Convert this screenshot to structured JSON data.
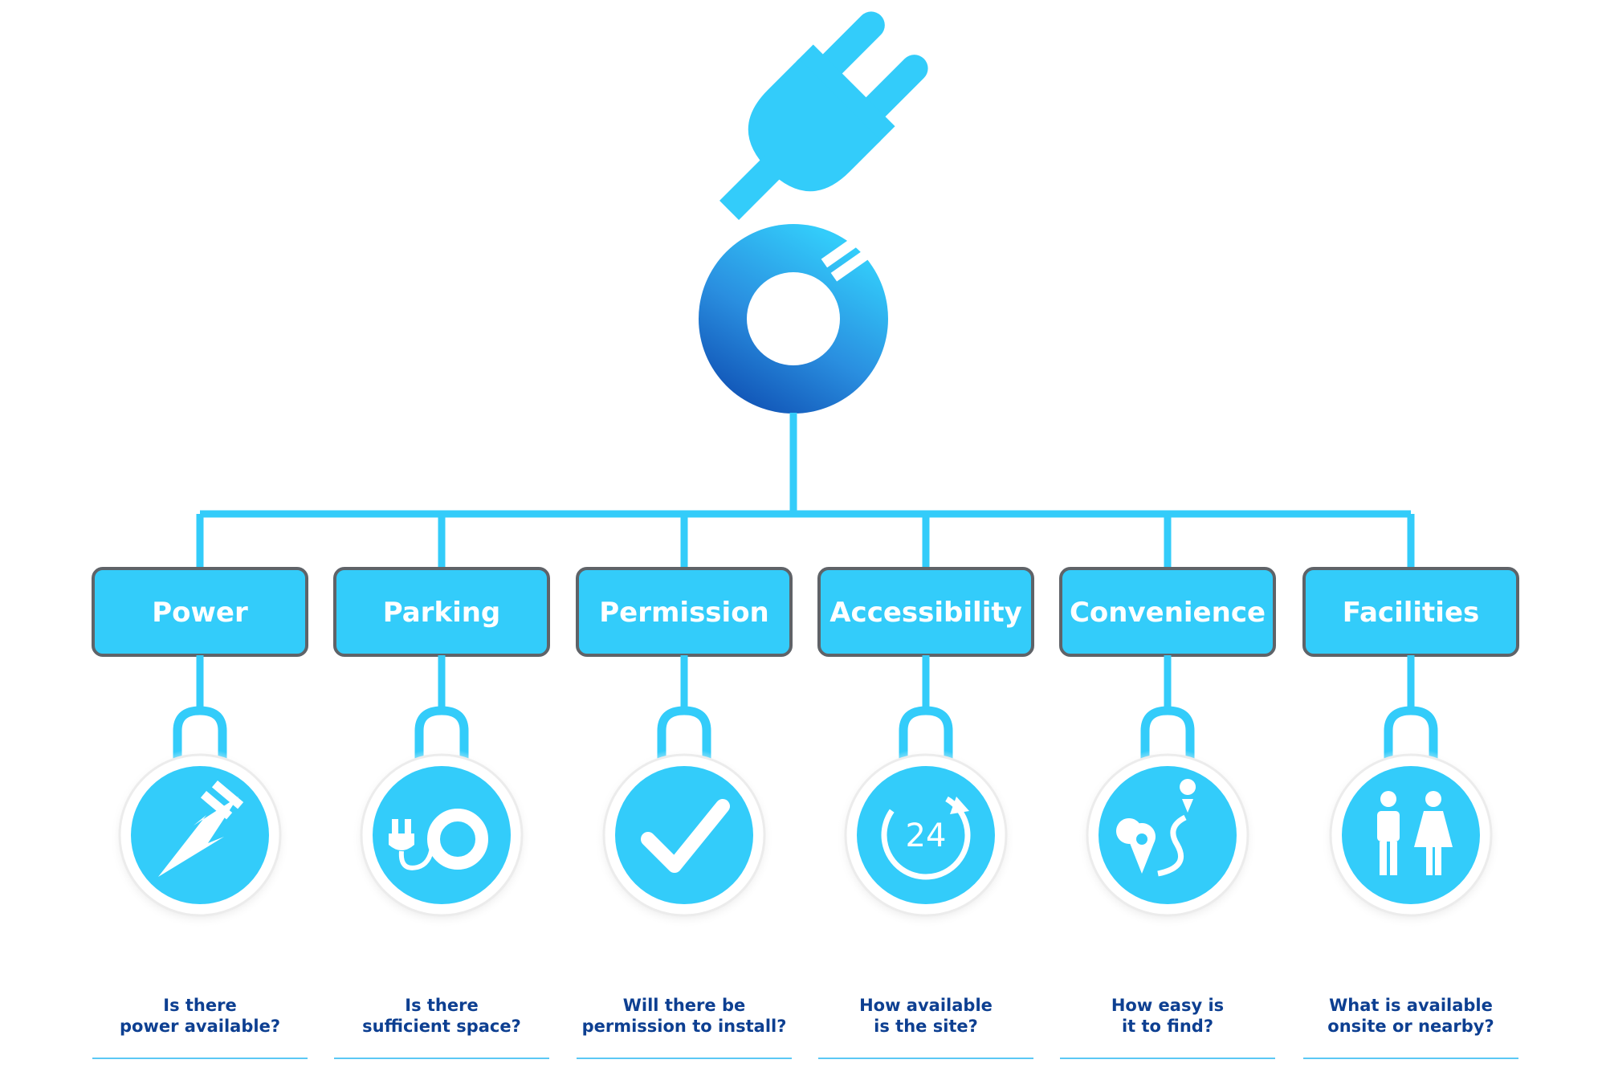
{
  "colors": {
    "accent": "#33ccfa",
    "accent_dark": "#1565c0",
    "box_border": "#5f6368",
    "question_text": "#0d3f91",
    "underline": "#5bc8f5"
  },
  "columns": [
    {
      "label": "Power",
      "icon": "lightning-plug-icon",
      "question_line1": "Is there",
      "question_line2": "power available?"
    },
    {
      "label": "Parking",
      "icon": "plug-cable-icon",
      "question_line1": "Is there",
      "question_line2": "sufficient space?"
    },
    {
      "label": "Permission",
      "icon": "checkmark-icon",
      "question_line1": "Will there be",
      "question_line2": "permission to install?"
    },
    {
      "label": "Accessibility",
      "icon": "clock-24-icon",
      "question_line1": "How available",
      "question_line2": "is the site?",
      "icon_text": "24"
    },
    {
      "label": "Convenience",
      "icon": "map-route-icon",
      "question_line1": "How easy is",
      "question_line2": "it to find?"
    },
    {
      "label": "Facilities",
      "icon": "restroom-people-icon",
      "question_line1": "What is available",
      "question_line2": "onsite or nearby?"
    }
  ]
}
